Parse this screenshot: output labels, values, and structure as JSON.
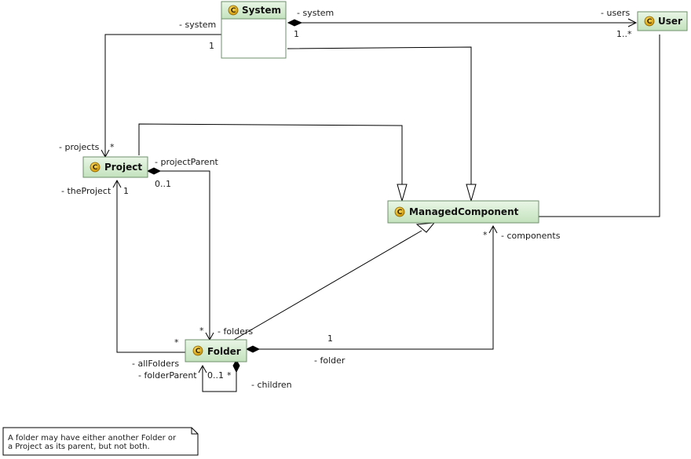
{
  "diagram": {
    "classes": {
      "system": "System",
      "user": "User",
      "project": "Project",
      "managed_component": "ManagedComponent",
      "folder": "Folder"
    },
    "class_icon_letter": "C",
    "labels": {
      "sys_user_role_system": "- system",
      "sys_user_mult_system": "1",
      "sys_user_role_users": "- users",
      "sys_user_mult_users": "1..*",
      "sys_proj_role_system": "- system",
      "sys_proj_mult_system": "1",
      "sys_proj_role_projects": "- projects",
      "sys_proj_mult_projects": "*",
      "proj_parent_role": "- projectParent",
      "proj_parent_mult": "0..1",
      "proj_theproject_role": "- theProject",
      "proj_theproject_mult": "1",
      "folder_folders_mult": "*",
      "folder_folders_role": "- folders",
      "folder_allfolders_mult": "*",
      "folder_allfolders_role": "- allFolders",
      "folder_folderparent_role": "- folderParent",
      "folder_folderparent_mult": "0..1",
      "folder_children_mult": "*",
      "folder_children_role": "- children",
      "comp_components_mult": "*",
      "comp_components_role": "- components",
      "comp_folder_mult": "1",
      "comp_folder_role": "- folder"
    },
    "note": {
      "line1": "A folder may have either another Folder or",
      "line2": "a Project as its parent,  but not both."
    },
    "colors": {
      "class_fill": "#d4ecd0",
      "class_border": "#6f8f6b",
      "icon_fill": "#e8b400",
      "line": "#000000"
    }
  }
}
